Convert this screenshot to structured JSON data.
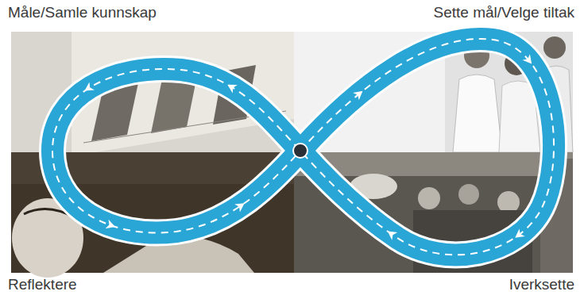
{
  "diagram": {
    "labels": [
      "Måle/Samle kunnskap",
      "Sette mål/Velge tiltak",
      "Reflektere",
      "Iverksette"
    ]
  }
}
